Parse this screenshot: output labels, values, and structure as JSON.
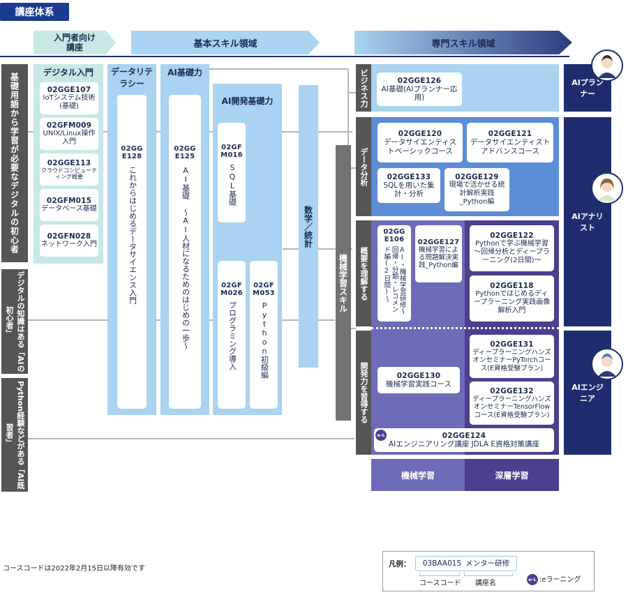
{
  "title": "講座体系",
  "header": {
    "beginner": "入門者向け講座",
    "basic": "基本スキル領域",
    "specialist": "専門スキル領域"
  },
  "left_labels": [
    "基礎用語から学習が必要なデジタルの初心者",
    "デジタルの知識はある「AIの初心者」",
    "Python経験などがある「AI既習者」"
  ],
  "digital_intro": {
    "title": "デジタル入門",
    "courses": [
      {
        "code": "02GGE107",
        "name": "IoTシステム技術(基礎)"
      },
      {
        "code": "02GFM009",
        "name": "UNIX/Linux操作入門"
      },
      {
        "code": "02GGE113",
        "name": "クラウドコンピューティング概要"
      },
      {
        "code": "02GFM015",
        "name": "データベース基礎"
      },
      {
        "code": "02GFN028",
        "name": "ネットワーク入門"
      }
    ]
  },
  "data_literacy": {
    "title": "データリテラシー",
    "code": "02GGE128",
    "name": "これからはじめるデータサイエンス入門"
  },
  "ai_basic": {
    "title": "AI基礎力",
    "code": "02GGE125",
    "name": "AI基礎 ～AI人材になるためのはじめの一歩～"
  },
  "ai_dev": {
    "title": "AI開発基礎力",
    "sql": {
      "code": "02GFM016",
      "name": "SQL基礎"
    },
    "prog": {
      "code": "02GFM026",
      "name": "プログラミング導入"
    },
    "python": {
      "code": "02GFM053",
      "name": "Python初級編"
    }
  },
  "math": "数学／統計",
  "ml_skill": "機械学習スキル",
  "sections": {
    "business": "ビジネス力",
    "data_analysis": "データ分析",
    "understand": "概要を理解する",
    "develop": "開発力を習得する"
  },
  "business_course": {
    "code": "02GGE126",
    "name": "AI基礎(AIプランナー応用)"
  },
  "data_courses": [
    {
      "code": "02GGE120",
      "name": "データサイエンティストベーシックコース"
    },
    {
      "code": "02GGE121",
      "name": "データサイエンティストアドバンスコース"
    },
    {
      "code": "02GGE133",
      "name": "SQLを用いた集計・分析"
    },
    {
      "code": "02GGE129",
      "name": "現場で活かせる統計解析実践_Python編"
    }
  ],
  "understand_courses": {
    "e106": {
      "code": "02GGE106",
      "name": "AI・機械学習研修～回帰・分類・レコメンド編(2日間)～"
    },
    "e127": {
      "code": "02GGE127",
      "name": "機械学習による問題解決実践_Python編"
    },
    "e122": {
      "code": "02GGE122",
      "name": "Pythonで学ぶ機械学習～回帰分析とディープラーニング(2日間)～"
    },
    "e118": {
      "code": "02GGE118",
      "name": "Pythonではじめるディープラーニング実践画像解析入門"
    }
  },
  "develop_courses": {
    "e130": {
      "code": "02GGE130",
      "name": "機械学習実践コース"
    },
    "e131": {
      "code": "02GGE131",
      "name": "ディープラーニングハンズオンセミナーPyTorchコース(E資格受験プラン)"
    },
    "e132": {
      "code": "02GGE132",
      "name": "ディープラーニングハンズオンセミナーTensorFlowコース(E資格受験プラン)"
    },
    "e124": {
      "code": "02GGE124",
      "name": "AIエンジニアリング講座 JDLA E資格対策講座",
      "badge": "e-L"
    }
  },
  "bottom_tabs": {
    "ml": "機械学習",
    "dl": "深層学習"
  },
  "roles": {
    "planner": "AIプランナー",
    "analyst": "AIアナリスト",
    "engineer": "AIエンジニア"
  },
  "footnote": "コースコードは2022年2月15日以降有効です",
  "legend": {
    "label": "凡例：",
    "sample_code": "03BAA015",
    "sample_name": "メンター研修",
    "code_caption": "コースコード",
    "name_caption": "講座名",
    "elearning_badge": "e-L",
    "elearning_text": ":eラーニング"
  },
  "colors": {
    "navy": "#1f2d6e",
    "title_bg": "#1a3d8f",
    "light_blue": "#a9d3f0",
    "pale_blue": "#cfe6f6",
    "mint": "#c8e8e6",
    "business_blue": "#5c8dd6",
    "purple": "#6d6bb8",
    "dark_purple": "#4b3f8e",
    "gray": "#555555"
  }
}
